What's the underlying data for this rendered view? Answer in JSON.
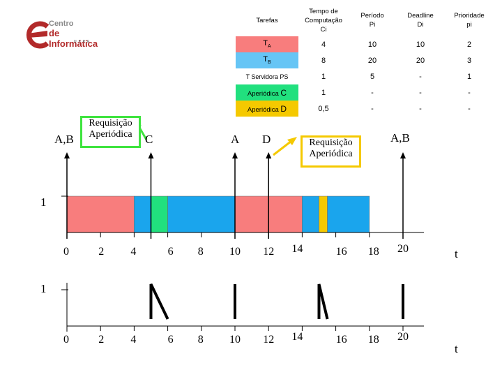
{
  "logo": {
    "line1": "Centro",
    "line2": "de Informática",
    "line3": "UFPE"
  },
  "table": {
    "headers": {
      "tarefas": "Tarefas",
      "tempo_l1": "Tempo de",
      "tempo_l2": "Computação",
      "tempo_l3": "Ci",
      "periodo_l1": "Período",
      "periodo_l2": "Pi",
      "deadline_l1": "Deadline",
      "deadline_l2": "Di",
      "prioridade_l1": "Prioridade",
      "prioridade_l2": "pi"
    },
    "rows": [
      {
        "name": "T",
        "sub": "A",
        "ci": "4",
        "pi": "10",
        "di": "10",
        "prio": "2",
        "color": "#f87d7d"
      },
      {
        "name": "T",
        "sub": "B",
        "ci": "8",
        "pi": "20",
        "di": "20",
        "prio": "3",
        "color": "#66c5f5"
      },
      {
        "name": "T Servidora PS",
        "ci": "1",
        "pi": "5",
        "di": "-",
        "prio": "1"
      },
      {
        "name": "Aperiódica ",
        "letter": "C",
        "ci": "1",
        "pi": "-",
        "di": "-",
        "prio": "-",
        "color": "#21e07e"
      },
      {
        "name": "Aperiódica ",
        "letter": "D",
        "ci": "0,5",
        "pi": "-",
        "di": "-",
        "prio": "-",
        "color": "#f5c900"
      }
    ]
  },
  "labels": {
    "ab_left": "A,B",
    "req_box": "Requisição Aperiódica",
    "c": "C",
    "a": "A",
    "d": "D",
    "ab_right": "A,B",
    "one_top": "1",
    "one_bottom": "1",
    "t_top": "t",
    "t_bottom": "t"
  },
  "x_ticks": [
    "0",
    "2",
    "4",
    "6",
    "8",
    "10",
    "12",
    "14",
    "16",
    "18",
    "20"
  ],
  "schedule": [
    {
      "task": "TA",
      "start": 0,
      "end": 4,
      "color": "#f87d7d"
    },
    {
      "task": "TB",
      "start": 4,
      "end": 5,
      "color": "#1aa5ed"
    },
    {
      "task": "C",
      "start": 5,
      "end": 6,
      "color": "#21e07e"
    },
    {
      "task": "TB",
      "start": 6,
      "end": 10,
      "color": "#1aa5ed"
    },
    {
      "task": "TA",
      "start": 10,
      "end": 14,
      "color": "#f87d7d"
    },
    {
      "task": "TB",
      "start": 14,
      "end": 15,
      "color": "#1aa5ed"
    },
    {
      "task": "D",
      "start": 15,
      "end": 15.5,
      "color": "#f5c900"
    },
    {
      "task": "TB",
      "start": 15.5,
      "end": 18,
      "color": "#1aa5ed"
    }
  ],
  "server_capacity": [
    {
      "type": "drop",
      "t": 5
    },
    {
      "type": "bar",
      "t": 10
    },
    {
      "type": "drop",
      "t": 15
    },
    {
      "type": "bar",
      "t": 20
    }
  ],
  "arrivals": [
    0,
    5,
    10,
    12,
    20
  ]
}
